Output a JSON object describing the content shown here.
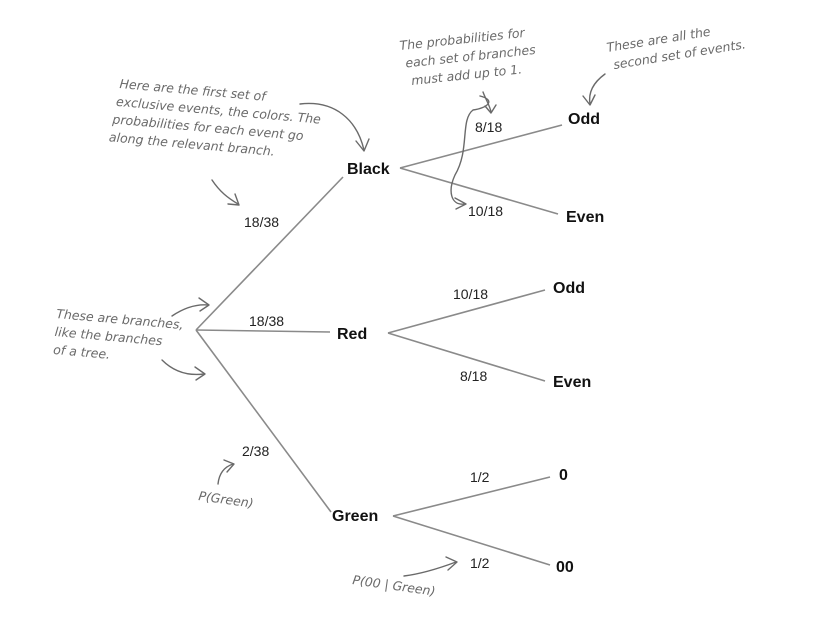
{
  "nodes": {
    "black": "Black",
    "red": "Red",
    "green": "Green",
    "black_odd": "Odd",
    "black_even": "Even",
    "red_odd": "Odd",
    "red_even": "Even",
    "green_0": "0",
    "green_00": "00"
  },
  "probabilities": {
    "root_black": "18/38",
    "root_red": "18/38",
    "root_green": "2/38",
    "black_odd": "8/18",
    "black_even": "10/18",
    "red_odd": "10/18",
    "red_even": "8/18",
    "green_0": "1/2",
    "green_00": "1/2"
  },
  "annotations": {
    "first_set": [
      "Here are the first set of",
      "exclusive events, the colors. The",
      "probabilities for each event go",
      "along the relevant branch."
    ],
    "add_up": [
      "The probabilities for",
      "each set of branches",
      "must add up to 1."
    ],
    "second_set": [
      "These are all the",
      "second set of events."
    ],
    "branches": [
      "These are branches,",
      "like the branches",
      "of a tree."
    ],
    "p_green": "P(Green)",
    "p_00_green": "P(00 | Green)"
  }
}
